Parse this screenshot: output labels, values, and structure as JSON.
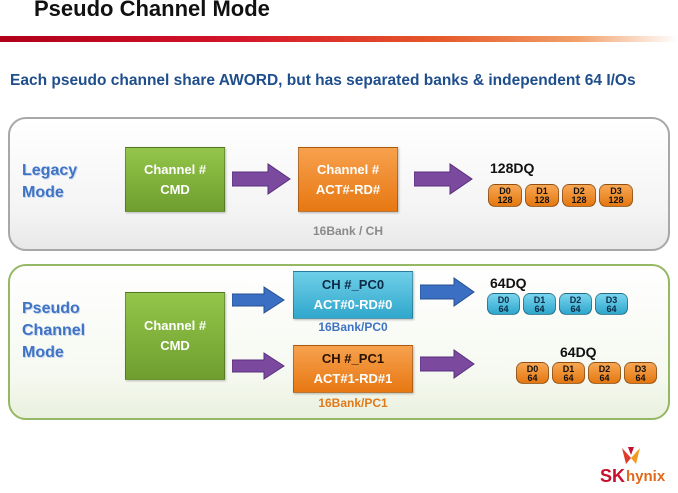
{
  "title": "Pseudo Channel Mode",
  "subtitle": "Each pseudo channel share AWORD, but has separated banks & independent 64 I/Os",
  "colors": {
    "brand_red": "#c8102e",
    "label_blue": "#3f73c4",
    "cmd_green": "#7cab37",
    "act_orange": "#ee8a2c",
    "pc0_blue": "#45b8da",
    "arrow_purple": "#7b4a9f",
    "arrow_blue": "#3a6fc4"
  },
  "legacy": {
    "mode_label": [
      "Legacy",
      "Mode"
    ],
    "cmd_box": {
      "line1": "Channel #",
      "line2": "CMD"
    },
    "act_box": {
      "line1": "Channel #",
      "line2": "ACT#-RD#"
    },
    "bank_label": "16Bank / CH",
    "dq_label": "128DQ",
    "chips": [
      {
        "name": "D0",
        "width": "128"
      },
      {
        "name": "D1",
        "width": "128"
      },
      {
        "name": "D2",
        "width": "128"
      },
      {
        "name": "D3",
        "width": "128"
      }
    ]
  },
  "pseudo": {
    "mode_label": [
      "Pseudo",
      "Channel",
      "Mode"
    ],
    "cmd_box": {
      "line1": "Channel #",
      "line2": "CMD"
    },
    "pc0_box": {
      "line1": "CH #_PC0",
      "line2": "ACT#0-RD#0"
    },
    "pc0_bank_label": "16Bank/PC0",
    "pc1_box": {
      "line1": "CH #_PC1",
      "line2": "ACT#1-RD#1"
    },
    "pc1_bank_label": "16Bank/PC1",
    "pc0_dq_label": "64DQ",
    "pc1_dq_label": "64DQ",
    "pc0_chips": [
      {
        "name": "D0",
        "width": "64"
      },
      {
        "name": "D1",
        "width": "64"
      },
      {
        "name": "D2",
        "width": "64"
      },
      {
        "name": "D3",
        "width": "64"
      }
    ],
    "pc1_chips": [
      {
        "name": "D0",
        "width": "64"
      },
      {
        "name": "D1",
        "width": "64"
      },
      {
        "name": "D2",
        "width": "64"
      },
      {
        "name": "D3",
        "width": "64"
      }
    ]
  },
  "logo": {
    "sk": "SK",
    "hynix": "hynix"
  }
}
